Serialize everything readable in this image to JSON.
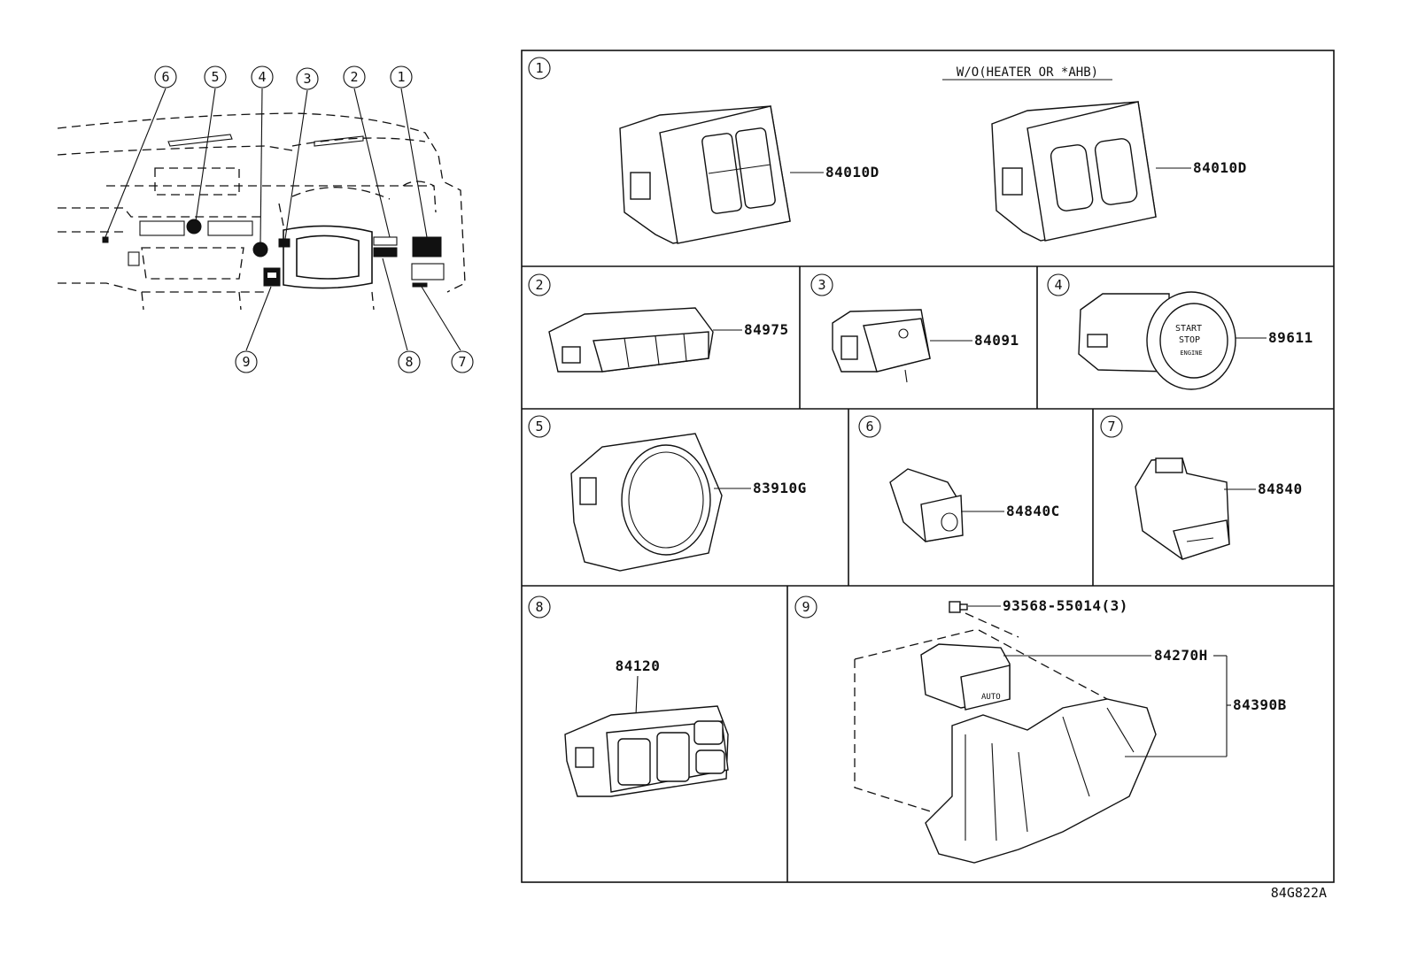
{
  "diagram": {
    "overview_callouts": [
      {
        "num": "1"
      },
      {
        "num": "2"
      },
      {
        "num": "3"
      },
      {
        "num": "4"
      },
      {
        "num": "5"
      },
      {
        "num": "6"
      },
      {
        "num": "7"
      },
      {
        "num": "8"
      },
      {
        "num": "9"
      }
    ],
    "panels": [
      {
        "num": "1",
        "note": "W/O(HEATER OR *AHB)",
        "parts": [
          {
            "label": "84010D"
          },
          {
            "label": "84010D"
          }
        ]
      },
      {
        "num": "2",
        "parts": [
          {
            "label": "84975"
          }
        ]
      },
      {
        "num": "3",
        "parts": [
          {
            "label": "84091"
          }
        ]
      },
      {
        "num": "4",
        "parts": [
          {
            "label": "89611"
          }
        ],
        "button_text": [
          "START",
          "STOP",
          "ENGINE"
        ]
      },
      {
        "num": "5",
        "parts": [
          {
            "label": "83910G"
          }
        ]
      },
      {
        "num": "6",
        "parts": [
          {
            "label": "84840C"
          }
        ]
      },
      {
        "num": "7",
        "parts": [
          {
            "label": "84840"
          }
        ]
      },
      {
        "num": "8",
        "parts": [
          {
            "label": "84120"
          }
        ]
      },
      {
        "num": "9",
        "parts": [
          {
            "label": "93568-55014(3)"
          },
          {
            "label": "84270H"
          },
          {
            "label": "84390B"
          }
        ],
        "switch_text": "AUTO"
      }
    ],
    "figure_code": "84G822A"
  }
}
